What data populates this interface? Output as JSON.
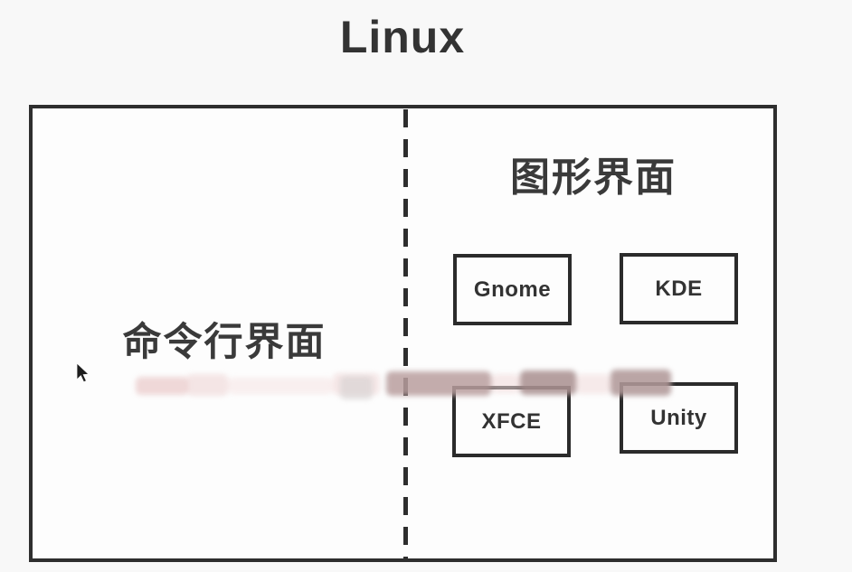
{
  "title": "Linux",
  "diagram": {
    "outer_box": "linux-system",
    "left_panel": {
      "label": "命令行界面"
    },
    "right_panel": {
      "label": "图形界面",
      "desktop_environments": [
        {
          "label": "Gnome"
        },
        {
          "label": "KDE"
        },
        {
          "label": "XFCE"
        },
        {
          "label": "Unity"
        }
      ]
    }
  },
  "colors": {
    "background": "#f8f8f8",
    "border": "#2e2e2e",
    "text": "#333333",
    "watermark_pink_light": "#f0d6d6",
    "watermark_mauve": "#ab9292"
  }
}
